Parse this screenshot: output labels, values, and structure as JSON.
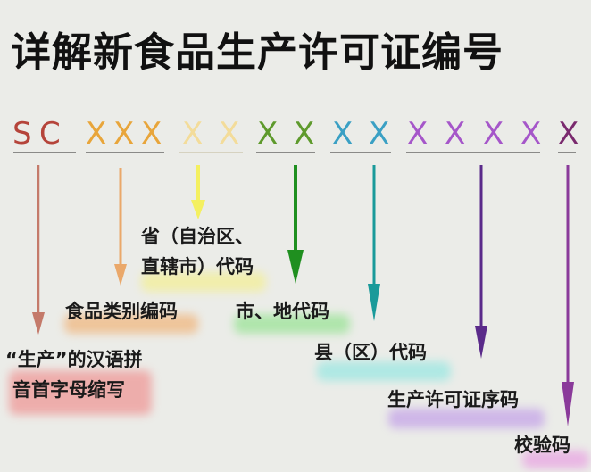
{
  "title": "详解新食品生产许可证编号",
  "code_chars": [
    {
      "ch": "S",
      "color": "#b5443a"
    },
    {
      "ch": "C",
      "color": "#b5443a"
    },
    {
      "ch": "X",
      "color": "#e8a53a"
    },
    {
      "ch": "X",
      "color": "#e8a53a"
    },
    {
      "ch": "X",
      "color": "#e8a53a"
    },
    {
      "ch": "X",
      "color": "#f3dc9a"
    },
    {
      "ch": "X",
      "color": "#f3dc9a"
    },
    {
      "ch": "X",
      "color": "#5e9a2c"
    },
    {
      "ch": "X",
      "color": "#5e9a2c"
    },
    {
      "ch": "X",
      "color": "#3aa0c4"
    },
    {
      "ch": "X",
      "color": "#3aa0c4"
    },
    {
      "ch": "X",
      "color": "#a556c9"
    },
    {
      "ch": "X",
      "color": "#a556c9"
    },
    {
      "ch": "X",
      "color": "#a556c9"
    },
    {
      "ch": "X",
      "color": "#a556c9"
    },
    {
      "ch": "X",
      "color": "#7a2a6e"
    }
  ],
  "segments": [
    {
      "id": "sc",
      "label": "“生产”的汉语拼\n音首字母缩写",
      "line1": "“生产”的汉语拼",
      "line2": "音首字母缩写",
      "arrow_color": "#c47a6a",
      "glow": "#f07a7a"
    },
    {
      "id": "food_category",
      "label": "食品类别编码",
      "arrow_color": "#eaa86a",
      "glow": "#f2a45a"
    },
    {
      "id": "province",
      "line1": "省（自治区、",
      "line2": "直辖市）代码",
      "arrow_color": "#f4f060",
      "glow": "#f6f07a"
    },
    {
      "id": "city",
      "label": "市、地代码",
      "arrow_color": "#1f8f1f",
      "glow": "#7ee07a"
    },
    {
      "id": "county",
      "label": "县（区）代码",
      "arrow_color": "#1a9a9a",
      "glow": "#7ee6e0"
    },
    {
      "id": "serial",
      "label": "生产许可证序码",
      "arrow_color": "#5a2a8a",
      "glow": "#b78ae8"
    },
    {
      "id": "check",
      "label": "校验码",
      "arrow_color": "#8a3a9a",
      "glow": "#e88ae0"
    }
  ]
}
